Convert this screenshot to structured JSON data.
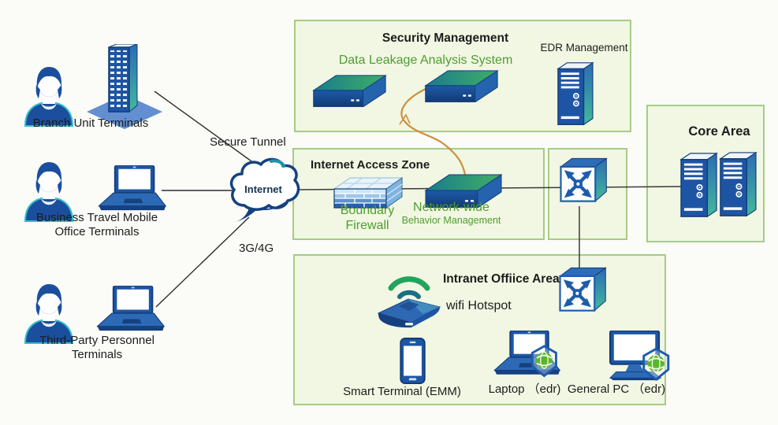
{
  "terminals": {
    "branch": "Branch Unit Terminals",
    "business": "Business Travel Mobile Office Terminals",
    "third_party": "Third-Party Personnel Terminals"
  },
  "connections": {
    "secure_tunnel": "Secure Tunnel",
    "mobile": "3G/4G",
    "internet": "Internet"
  },
  "security_management": {
    "title": "Security Management",
    "dlp_system": "Data Leakage Analysis System",
    "edr": "EDR Management"
  },
  "internet_access_zone": {
    "title": "Internet Access Zone",
    "firewall": "Boundary Firewall",
    "behavior_line1": "Network-wide",
    "behavior_line2": "Behavior Management"
  },
  "core_area": {
    "title": "Core Area"
  },
  "intranet_area": {
    "title": "Intranet Offiice Area",
    "wifi": "wifi Hotspot",
    "smart_terminal": "Smart Terminal (EMM)",
    "laptop": "Laptop （edr)",
    "general_pc": "General PC （edr)"
  },
  "icons": [
    "person-icon",
    "office-tower-icon",
    "laptop-icon",
    "cloud-icon",
    "firewall-icon",
    "security-appliance-icon",
    "server-tower-icon",
    "switch-icon",
    "wifi-hotspot-icon",
    "smartphone-icon",
    "desktop-pc-icon",
    "edr-shield-badge-icon"
  ],
  "colors": {
    "zone_bg": "#f1f7e3",
    "zone_border": "#a6cc84",
    "label_green": "#4f9d2f",
    "device_blue": "#1d55a4",
    "device_teal": "#3fb9a0",
    "connector": "#3a3a3a",
    "flow_orange": "#cf8f3f"
  }
}
